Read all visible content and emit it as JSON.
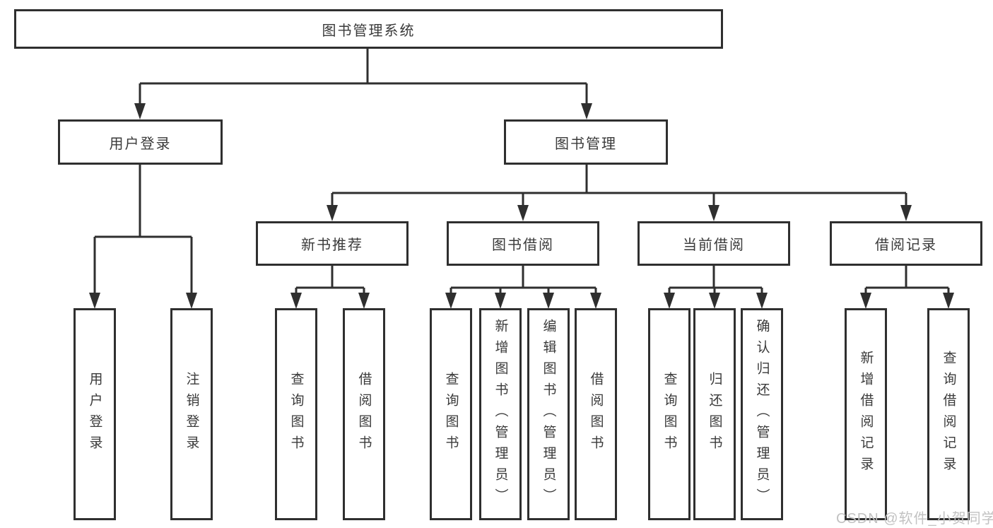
{
  "diagram": {
    "type": "hierarchy-structure-chart",
    "colors": {
      "line": "#2f2f2f",
      "box_border": "#2f2f2f",
      "text": "#3a3a3a",
      "background": "#ffffff",
      "watermark": "#c2c2c2"
    },
    "tree": {
      "root": {
        "label": "图书管理系统"
      },
      "branches": [
        {
          "label": "用户登录",
          "children": [
            {
              "label": "用户登录"
            },
            {
              "label": "注销登录"
            }
          ]
        },
        {
          "label": "图书管理",
          "children": [
            {
              "label": "新书推荐",
              "children": [
                {
                  "label": "查询图书"
                },
                {
                  "label": "借阅图书"
                }
              ]
            },
            {
              "label": "图书借阅",
              "children": [
                {
                  "label": "查询图书"
                },
                {
                  "label": "新增图书（管理员）"
                },
                {
                  "label": "编辑图书（管理员）"
                },
                {
                  "label": "借阅图书"
                }
              ]
            },
            {
              "label": "当前借阅",
              "children": [
                {
                  "label": "查询图书"
                },
                {
                  "label": "归还图书"
                },
                {
                  "label": "确认归还（管理员）"
                }
              ]
            },
            {
              "label": "借阅记录",
              "children": [
                {
                  "label": "新增借阅记录"
                },
                {
                  "label": "查询借阅记录"
                }
              ]
            }
          ]
        }
      ]
    },
    "watermark": "CSDN @软件_小贺同学"
  }
}
